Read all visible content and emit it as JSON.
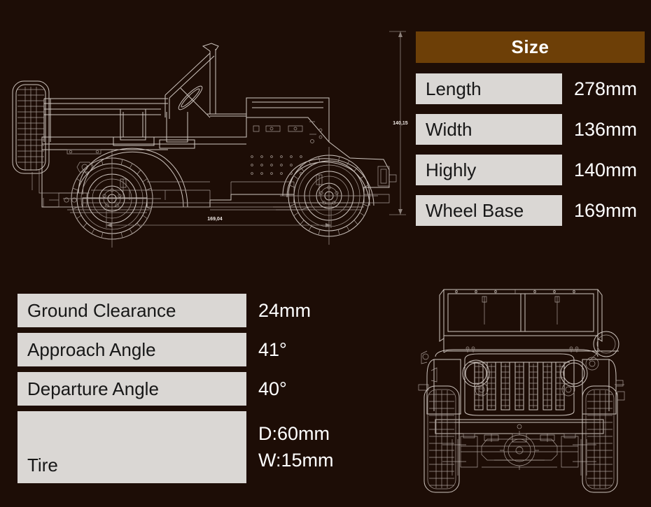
{
  "page": {
    "background_color": "#1d0d06",
    "accent_color": "#6d3f07",
    "label_box_color": "#dad7d4",
    "value_text_color": "#ffffff",
    "line_color": "#cfc6c0"
  },
  "size_table": {
    "header": "Size",
    "rows": [
      {
        "label": "Length",
        "value": "278mm"
      },
      {
        "label": "Width",
        "value": "136mm"
      },
      {
        "label": "Highly",
        "value": "140mm"
      },
      {
        "label": "Wheel Base",
        "value": "169mm"
      }
    ]
  },
  "spec_table": {
    "rows": [
      {
        "label": "Ground Clearance",
        "value": "24mm"
      },
      {
        "label": "Approach Angle",
        "value": "41°"
      },
      {
        "label": "Departure Angle",
        "value": "40°"
      }
    ],
    "tire": {
      "label": "Tire",
      "value_diameter": "D:60mm",
      "value_width": "W:15mm"
    }
  },
  "drawings": {
    "side_view": {
      "name": "jeep-side-view-blueprint",
      "dimension_height": "140,15",
      "dimension_wheelbase": "169,04"
    },
    "front_view": {
      "name": "jeep-front-view-blueprint"
    }
  }
}
